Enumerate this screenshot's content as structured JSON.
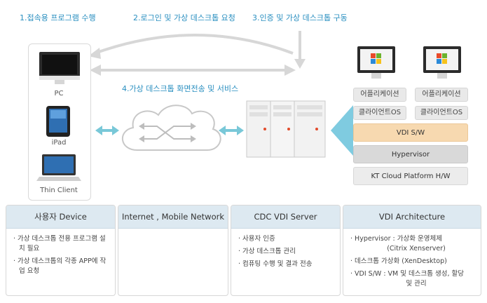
{
  "steps": {
    "s1": "1.접속용 프로그램 수행",
    "s2": "2.로그인 및 가상 데스크톱 요청",
    "s3": "3.인증 및 가상 데스크톱  구동",
    "s4": "4.가상 데스크톱  화면전송 및 서비스"
  },
  "devices": {
    "pc": "PC",
    "ipad": "iPad",
    "thin": "Thin Client"
  },
  "vdi": {
    "app1": "어플리케이션",
    "app2": "어플리케이션",
    "os1": "클라이언트OS",
    "os2": "클라이언트OS",
    "sw": "VDI S/W",
    "hyper": "Hypervisor",
    "platform": "KT Cloud Platform H/W"
  },
  "cards": {
    "c1": {
      "title": "사용자 Device",
      "items": [
        "가상 데스크톱 전용 프로그램 설치 필요",
        "가상 데스크톱의 각종 APP에 작업 요청"
      ]
    },
    "c2": {
      "title": "Internet , Mobile Network"
    },
    "c3": {
      "title": "CDC VDI Server",
      "items": [
        "사용자 인증",
        "가상 데스크톱 관리",
        "컴퓨팅 수행 및 결과 전송"
      ]
    },
    "c4": {
      "title": "VDI Architecture",
      "i1a": "Hypervisor : 가상화 운영체제",
      "i1b": "(Citrix Xenserver)",
      "i2": "데스크톱 가상화 (XenDesktop)",
      "i3a": "VDI S/W : VM 및 데스크톱 생성, 할당",
      "i3b": "및 관리"
    }
  },
  "colors": {
    "step_text": "#2a8fc0",
    "teal": "#79c8d8",
    "vdi_sw": "#f7d9b0"
  }
}
